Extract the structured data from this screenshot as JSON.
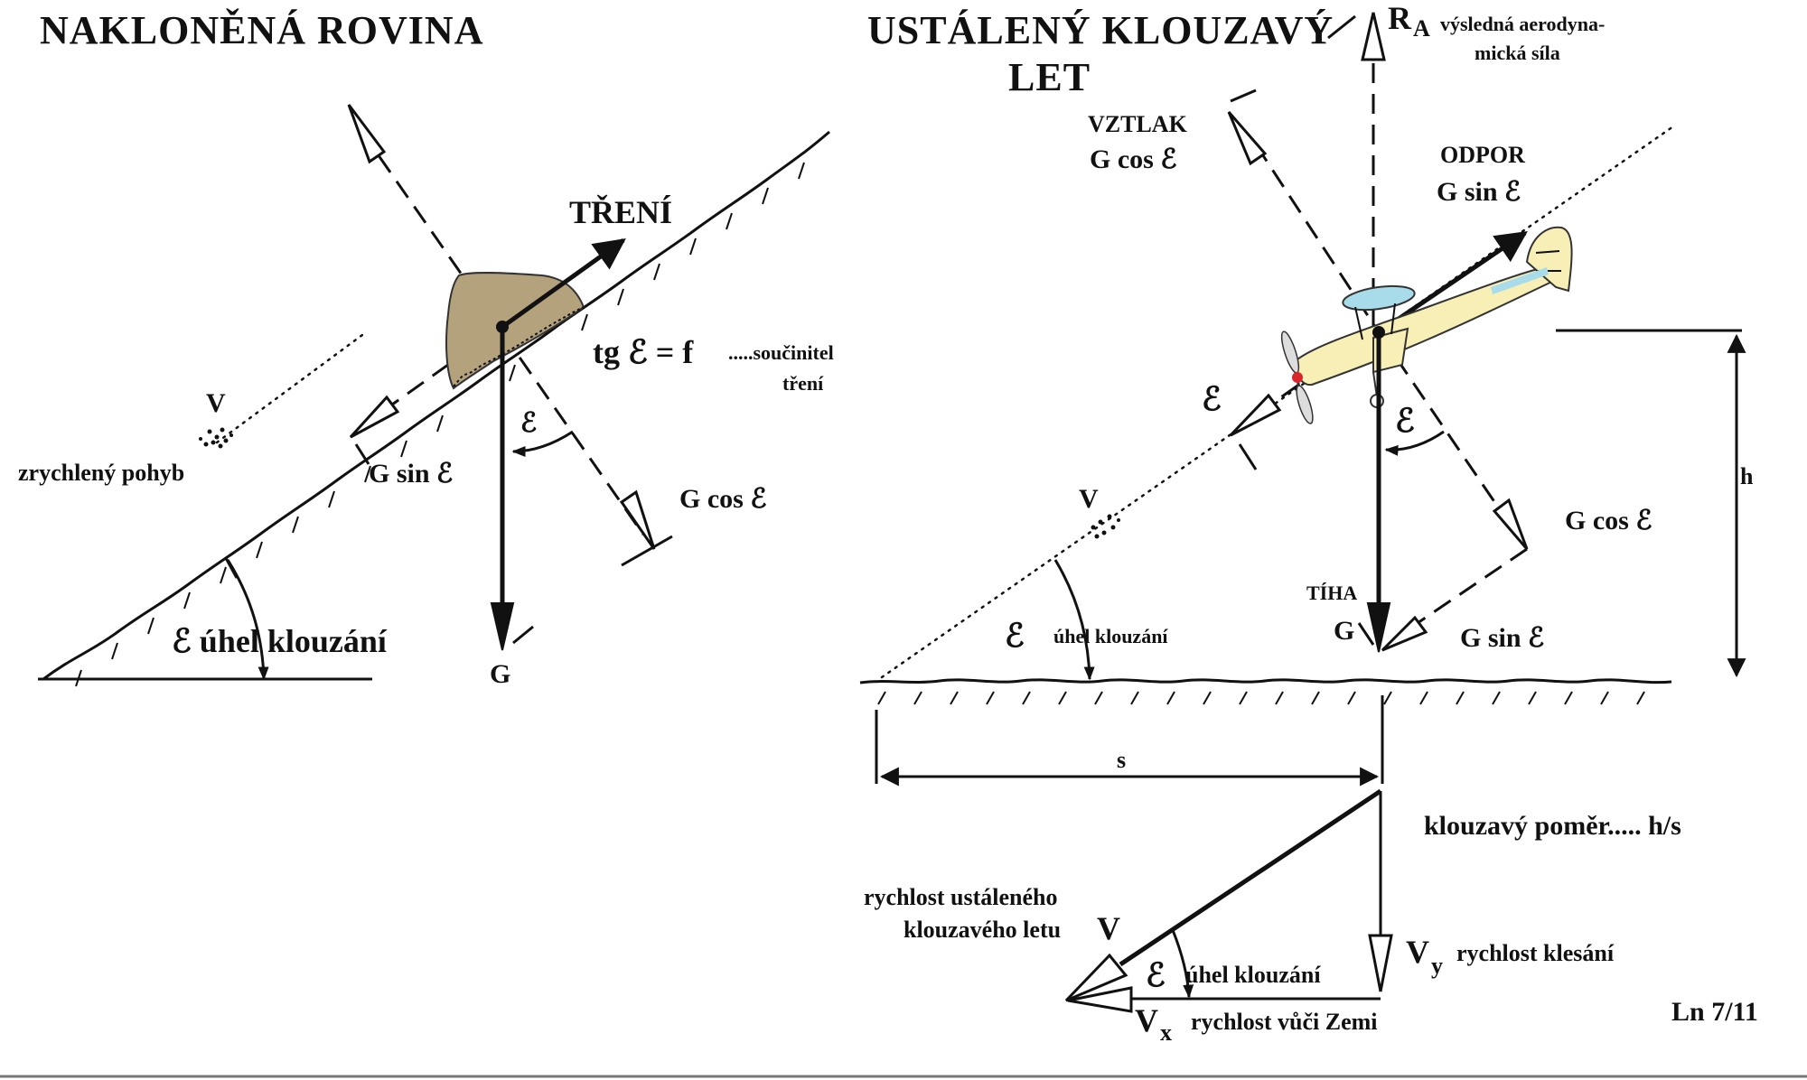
{
  "left_panel": {
    "title": "NAKLONĚNÁ ROVINA",
    "friction_label": "TŘENÍ",
    "formula": "tg ℰ = f",
    "formula_note_1": ".....součinitel",
    "formula_note_2": "tření",
    "velocity_label": "V",
    "motion_label": "zrychlený pohyb",
    "g_sin": "G sin ℰ",
    "epsilon": "ℰ",
    "g_cos": "G cos ℰ",
    "angle_label": "ℰ úhel klouzání",
    "weight_label": "G"
  },
  "right_panel": {
    "title_line1": "USTÁLENÝ KLOUZAVÝ",
    "title_line2": "LET",
    "ra_symbol": "R",
    "ra_subscript": "A",
    "ra_desc_1": "výsledná aerodyna-",
    "ra_desc_2": "mická síla",
    "lift_label": "VZTLAK",
    "lift_formula": "G cos ℰ",
    "drag_label": "ODPOR",
    "drag_formula": "G sin ℰ",
    "epsilon_front": "ℰ",
    "epsilon_center": "ℰ",
    "velocity_label": "V",
    "g_cos": "G cos ℰ",
    "weight_word": "TÍHA",
    "weight_symbol": "G",
    "g_sin": "G sin ℰ",
    "angle_symbol": "ℰ",
    "angle_label": "úhel klouzání",
    "height_label": "h",
    "distance_label": "s"
  },
  "triangle": {
    "glide_ratio": "klouzavý poměr..... h/s",
    "speed_label_1": "rychlost ustáleného",
    "speed_label_2": "klouzavého letu",
    "speed_symbol": "V",
    "vy_symbol": "V",
    "vy_subscript": "y",
    "vy_label": "rychlost klesání",
    "angle_symbol": "ℰ",
    "angle_label": "úhel klouzání",
    "vx_symbol": "V",
    "vx_subscript": "x",
    "vx_label": "rychlost vůči Zemi"
  },
  "page_code": "Ln 7/11",
  "colors": {
    "stone": "#b3a27c",
    "plane_body": "#f7efb5",
    "plane_canopy": "#a9dcea",
    "propeller_hub": "#d8262a"
  }
}
